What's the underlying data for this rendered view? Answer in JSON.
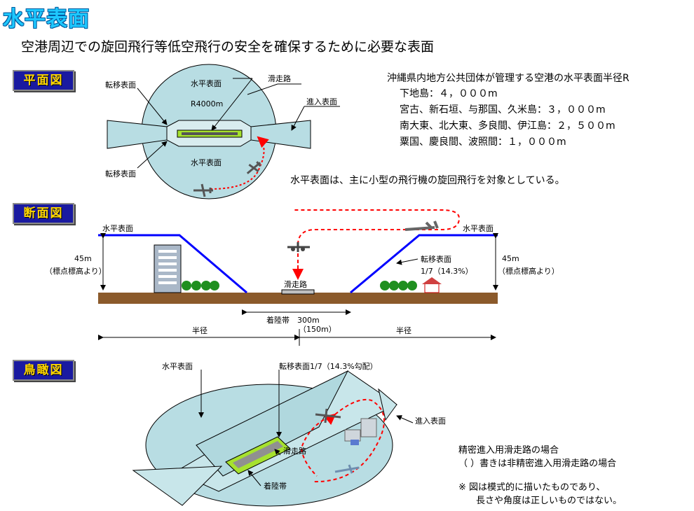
{
  "title": "水平表面",
  "subtitle": "空港周辺での旋回飛行等低空飛行の安全を確保するために必要な表面",
  "tags": {
    "plan": "平面図",
    "section": "断面図",
    "birds_eye": "鳥瞰図"
  },
  "plan": {
    "transition_surface_top": "転移表面",
    "horizontal_surface_top": "水平表面",
    "radius": "R4000m",
    "runway": "滑走路",
    "approach_surface": "進入表面",
    "transition_surface_bottom": "転移表面",
    "horizontal_surface_bottom": "水平表面"
  },
  "radius_list": {
    "heading": "沖縄県内地方公共団体が管理する空港の水平表面半径R",
    "rows": [
      "下地島：４，０００m",
      "宮古、新石垣、与那国、久米島：３，０００m",
      "南大東、北大東、多良間、伊江島：２，５００m",
      "粟国、慶良間、波照間：１，０００m"
    ]
  },
  "note_horizontal": "水平表面は、主に小型の飛行機の旋回飛行を対象としている。",
  "section": {
    "horizontal_surface_left": "水平表面",
    "horizontal_surface_right": "水平表面",
    "height_left": "45m",
    "height_left_note": "（標点標高より）",
    "height_right": "45m",
    "height_right_note": "（標点標高より）",
    "transition_surface": "転移表面",
    "slope": "1/7（14.3%）",
    "runway": "滑走路",
    "landing_strip": "着陸帯　300m",
    "landing_strip_alt": "（150m）",
    "radius_left": "半径",
    "radius_right": "半径"
  },
  "birds_eye": {
    "horizontal_surface": "水平表面",
    "transition_surface": "転移表面1/7（14.3%勾配）",
    "approach_surface": "進入表面",
    "runway": "滑走路",
    "landing_strip": "着陸帯"
  },
  "notes": {
    "precision": "精密進入用滑走路の場合",
    "nonprecision": "（ ）書きは非精密進入用滑走路の場合",
    "schematic_1": "※ 図は模式的に描いたものであり、",
    "schematic_2": "長さや角度は正しいものではない。"
  },
  "colors": {
    "title": "#1ec8ff",
    "tag_bg": "#1a1aa0",
    "tag_text": "#ffd700",
    "circle_fill": "#b8dde3",
    "surface_line": "#0000ff",
    "flight_path": "#ff0000",
    "ground": "#8b5a2b",
    "runway_green": "#a6e22e"
  }
}
